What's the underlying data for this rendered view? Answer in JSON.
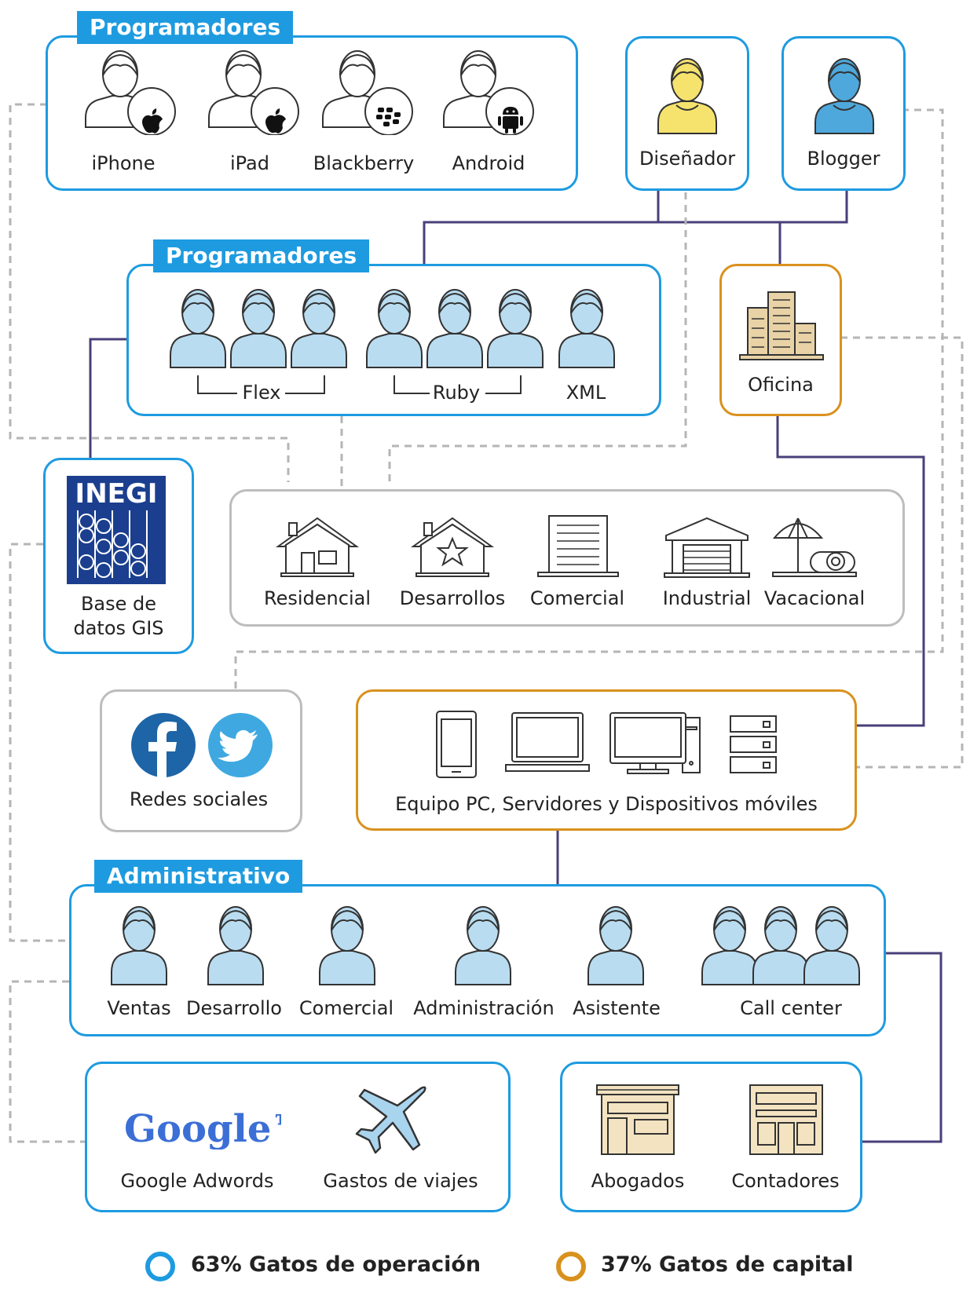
{
  "colors": {
    "blue": "#1e9be0",
    "orange": "#d9911e",
    "gray": "#bdbdbd",
    "purple": "#4a3f7a",
    "person_fill": "#b9dcf0",
    "designer_fill": "#f5e36e",
    "blogger_fill": "#4fa8dc",
    "building_fill": "#e8d2a6"
  },
  "top_programmers": {
    "tag": "Programadores",
    "devices": [
      {
        "label": "iPhone",
        "badge_icon": "apple-icon"
      },
      {
        "label": "iPad",
        "badge_icon": "apple-icon"
      },
      {
        "label": "Blackberry",
        "badge_icon": "blackberry-icon"
      },
      {
        "label": "Android",
        "badge_icon": "android-icon"
      }
    ]
  },
  "designer": {
    "label": "Diseñador"
  },
  "blogger": {
    "label": "Blogger"
  },
  "web_programmers": {
    "tag": "Programadores",
    "groups": [
      {
        "label": "Flex"
      },
      {
        "label": "Ruby"
      },
      {
        "label": "XML"
      }
    ]
  },
  "office": {
    "label": "Oficina"
  },
  "inegi": {
    "logo_text": "INEGI",
    "label_line1": "Base de",
    "label_line2": "datos GIS"
  },
  "property_types": [
    {
      "label": "Residencial",
      "icon": "house-icon"
    },
    {
      "label": "Desarrollos",
      "icon": "star-house-icon"
    },
    {
      "label": "Comercial",
      "icon": "document-icon"
    },
    {
      "label": "Industrial",
      "icon": "warehouse-icon"
    },
    {
      "label": "Vacacional",
      "icon": "beach-umbrella-icon"
    }
  ],
  "social": {
    "label": "Redes sociales"
  },
  "equipment": {
    "label": "Equipo PC, Servidores y Dispositivos móviles"
  },
  "admin": {
    "tag": "Administrativo",
    "roles": [
      {
        "label": "Ventas"
      },
      {
        "label": "Desarrollo"
      },
      {
        "label": "Comercial"
      },
      {
        "label": "Administración"
      },
      {
        "label": "Asistente"
      },
      {
        "label": "Call center"
      }
    ]
  },
  "expenses": {
    "google_logo": "Google™",
    "google_label": "Google Adwords",
    "travel_label": "Gastos de viajes"
  },
  "services": {
    "lawyers_label": "Abogados",
    "accountants_label": "Contadores"
  },
  "legend": {
    "operation": "63% Gatos de operación",
    "capital": "37% Gatos de capital"
  }
}
